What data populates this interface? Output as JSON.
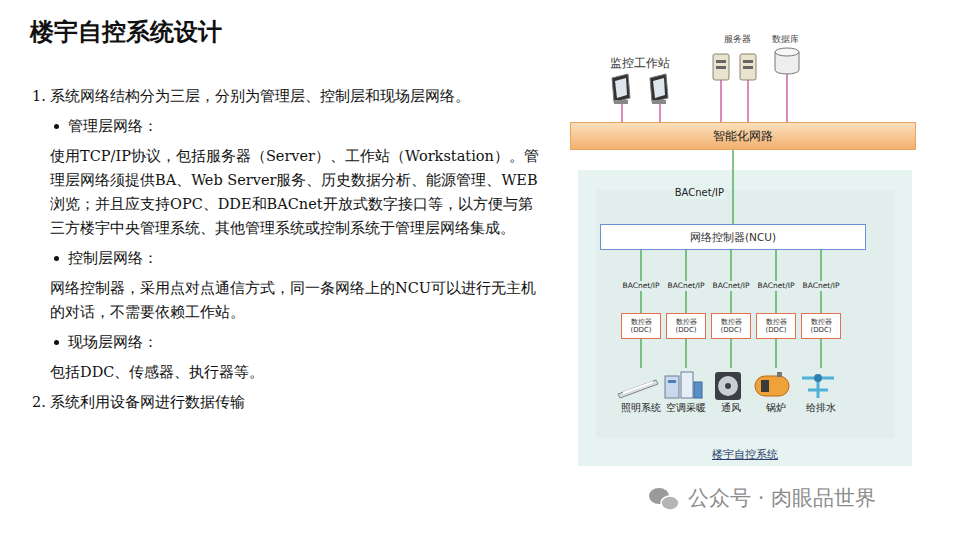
{
  "diagram": {
    "title": "楼宇自控系统设计",
    "nodes": [
      {
        "text": [
          "智能化网路"
        ]
      },
      {
        "text": [
          "楼宇自控系统"
        ]
      },
      {
        "text": [
          "网络控制器(NCU)"
        ],
        "in": 1
      },
      {
        "text": [
          "数控器 (DDC)"
        ],
        "in": 1
      },
      {
        "text": [
          "数控器 (DDC)"
        ],
        "in": 1
      },
      {
        "text": [
          "数控器 (DDC)"
        ],
        "in": 1
      },
      {
        "text": [
          "数控器 (DDC)"
        ],
        "in": 1
      },
      {
        "text": [
          "数控器 (DDC)"
        ],
        "in": 1
      },
      {
        "text": [
          "照明系统"
        ],
        "in": 1
      },
      {
        "text": [
          "空调采暖"
        ],
        "in": 1
      },
      {
        "text": [
          "通风"
        ],
        "in": 1
      },
      {
        "text": [
          "锅炉"
        ],
        "in": 1
      },
      {
        "text": [
          "给排水"
        ],
        "in": 1
      }
    ],
    "edges": [
      {
        "from": 0,
        "to": 2,
        "label": "BACnet/IP",
        "arrow": "none"
      },
      {
        "from": 2,
        "to": 3,
        "label": "BACnet/IP",
        "arrow": "none"
      },
      {
        "from": 2,
        "to": 4,
        "label": "BACnet/IP",
        "arrow": "none"
      },
      {
        "from": 2,
        "to": 5,
        "label": "BACnet/IP",
        "arrow": "none"
      },
      {
        "from": 2,
        "to": 6,
        "label": "BACnet/IP",
        "arrow": "none"
      },
      {
        "from": 2,
        "to": 7,
        "label": "BACnet/IP",
        "arrow": "none"
      },
      {
        "from": 3,
        "to": 8,
        "arrow": "none"
      },
      {
        "from": 4,
        "to": 9,
        "arrow": "none"
      },
      {
        "from": 5,
        "to": 10,
        "arrow": "none"
      },
      {
        "from": 6,
        "to": 11,
        "arrow": "none"
      },
      {
        "from": 7,
        "to": 12,
        "arrow": "none"
      }
    ],
    "labels": [
      "1. 系统网络结构分为三层，分别为管理层、控制层和现场层网络。",
      "管理层网络：",
      "使用TCP/IP协议，包括服务器（Server）、工作站（Workstation）。管理层网络须提供BA、Web Server服务、历史数据分析、能源管理、WEB浏览；并且应支持OPC、DDE和BACnet开放式数字接口等，以方便与第三方楼宇中央管理系统、其他管理系统或控制系统于管理层网络集成。",
      "控制层网络：",
      "网络控制器，采用点对点通信方式，同一条网络上的NCU可以进行无主机的对话，不需要依赖工作站。",
      "现场层网络：",
      "包括DDC、传感器、执行器等。",
      "2. 系统利用设备网进行数据传输",
      "监控工作站",
      "服务器",
      "数据库",
      "公众号 · 肉眼品世界"
    ]
  }
}
